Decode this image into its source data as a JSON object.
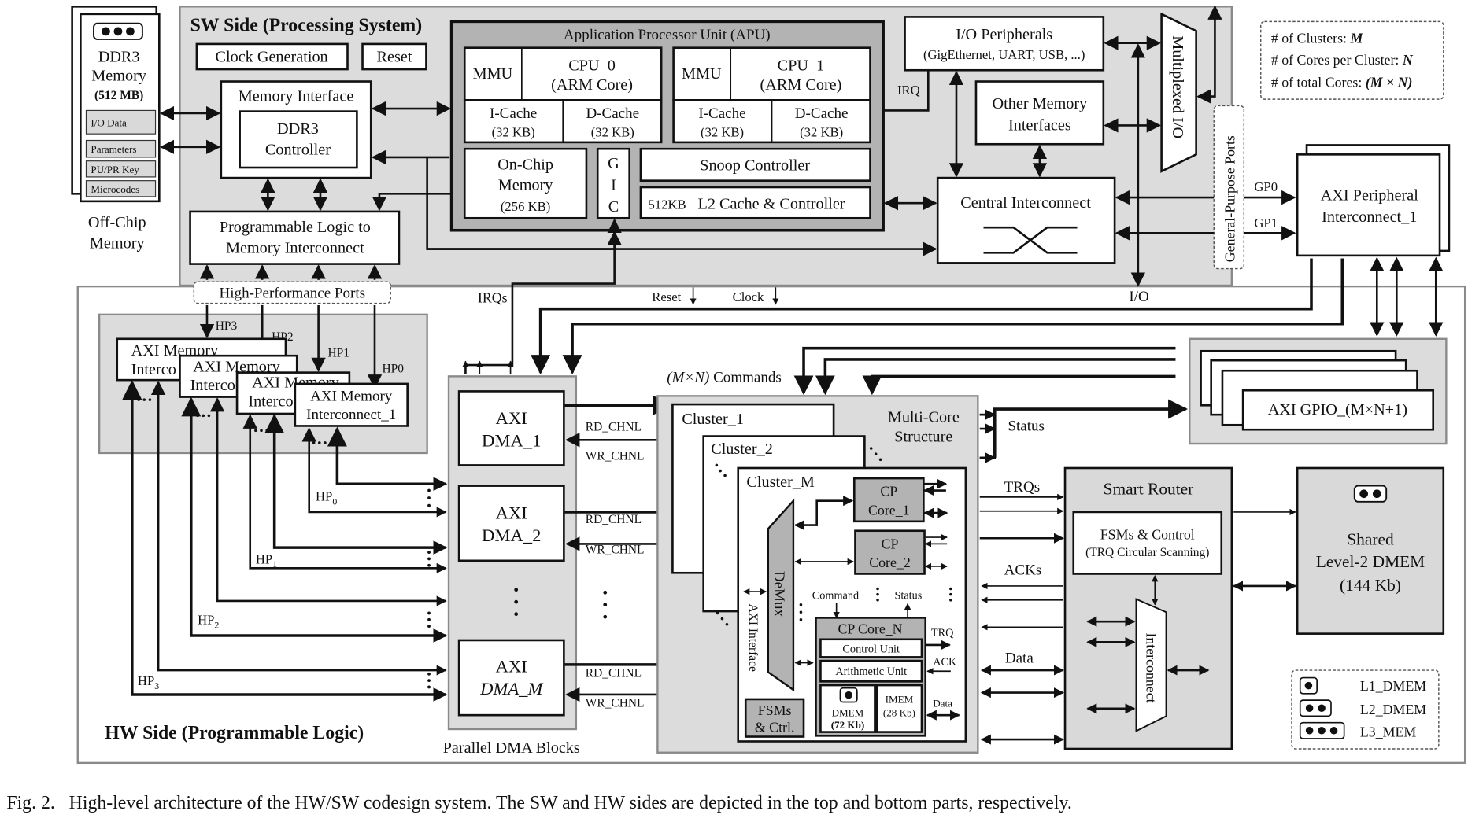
{
  "figure": {
    "caption": "Fig. 2.   High-level architecture of the HW/SW codesign system. The SW and HW sides are depicted in the top and bottom parts, respectively."
  },
  "offchip": {
    "title_line1": "DDR3",
    "title_line2": "Memory",
    "size": "(512 MB)",
    "sections": [
      "I/O Data",
      "Parameters",
      "PU/PR Key",
      "Microcodes"
    ],
    "label_line1": "Off-Chip",
    "label_line2": "Memory"
  },
  "sw": {
    "title": "SW Side (Processing System)",
    "clock_generation": "Clock Generation",
    "reset": "Reset",
    "memory_interface": "Memory Interface",
    "ddr3_controller_line1": "DDR3",
    "ddr3_controller_line2": "Controller",
    "pl_mem_line1": "Programmable Logic to",
    "pl_mem_line2": "Memory Interconnect",
    "apu": {
      "title": "Application Processor Unit (APU)",
      "mmu": "MMU",
      "cpu0_line1": "CPU_0",
      "cpu1_line1": "CPU_1",
      "cpu_line2": "(ARM Core)",
      "icache": "I-Cache",
      "dcache": "D-Cache",
      "cache_size": "(32 KB)",
      "onchip_line1": "On-Chip",
      "onchip_line2": "Memory",
      "onchip_line3": "(256 KB)",
      "gic": [
        "G",
        "I",
        "C"
      ],
      "snoop": "Snoop Controller",
      "l2_size": "512KB",
      "l2_label": "L2 Cache & Controller"
    },
    "io_peripherals_line1": "I/O Peripherals",
    "io_peripherals_line2": "(GigEthernet, UART, USB, ...)",
    "irq": "IRQ",
    "other_mem_line1": "Other Memory",
    "other_mem_line2": "Interfaces",
    "central_interconnect": "Central Interconnect",
    "multiplexed_io": "Multiplexed I/O",
    "gp_ports": "General-Purpose Ports",
    "gp0": "GP0",
    "gp1": "GP1",
    "hp_ports": "High-Performance Ports"
  },
  "legend_params": {
    "clusters_label": "# of Clusters: ",
    "clusters_var": "M",
    "cores_label": "# of Cores per Cluster: ",
    "cores_var": "N",
    "total_label": "# of total Cores: ",
    "total_var": "(M × N)"
  },
  "signals": {
    "irqs": "IRQs",
    "reset": "Reset",
    "clock": "Clock",
    "io": "I/O",
    "commands_var": "(M×N)",
    "commands": "Commands",
    "status": "Status",
    "trqs": "TRQs",
    "acks": "ACKs",
    "data": "Data",
    "rd": "RD_CHNL",
    "wr": "WR_CHNL",
    "hp3": "HP3",
    "hp2": "HP2",
    "hp1": "HP1",
    "hp0": "HP0",
    "hp_sub": [
      "0",
      "1",
      "2",
      "3"
    ],
    "hp_base": "HP"
  },
  "hw": {
    "title": "HW Side (Programmable Logic)",
    "axi_periph_line1": "AXI Peripheral",
    "axi_periph_line2": "Interconnect_1",
    "axi_mem_line1": "AXI Memory",
    "axi_mem_line2_short": "Interco",
    "axi_mem_line2": "Interconnect_1",
    "dma_line1": "AXI",
    "dma_names": [
      "DMA_1",
      "DMA_2",
      "DMA_M"
    ],
    "dma_blocks_label": "Parallel DMA Blocks",
    "gpio_label": "AXI GPIO_(M×N+1)",
    "cluster1": "Cluster_1",
    "cluster2": "Cluster_2",
    "clusterM": "Cluster_M",
    "multicore_line1": "Multi-Core",
    "multicore_line2": "Structure",
    "demux": "DeMux",
    "axi_interface": "AXI Interface",
    "cp_line1": "CP",
    "cp_core1": "Core_1",
    "cp_core2": "Core_2",
    "cp_coreN": "CP Core_N",
    "command": "Command",
    "status": "Status",
    "control_unit": "Control Unit",
    "arith_unit": "Arithmetic Unit",
    "dmem": "DMEM",
    "dmem_size": "(72 Kb)",
    "imem": "IMEM",
    "imem_size": "(28 Kb)",
    "trq": "TRQ",
    "ack": "ACK",
    "data": "Data",
    "fsms_line1": "FSMs",
    "fsms_line2": "& Ctrl.",
    "router_title": "Smart Router",
    "router_fsm_line1": "FSMs & Control",
    "router_fsm_line2": "(TRQ Circular Scanning)",
    "interconnect": "Interconnect",
    "shared_line1": "Shared",
    "shared_line2": "Level-2 DMEM",
    "shared_line3": "(144 Kb)"
  },
  "legend_mem": {
    "l1": "L1_DMEM",
    "l2": "L2_DMEM",
    "l3": "L3_MEM"
  }
}
